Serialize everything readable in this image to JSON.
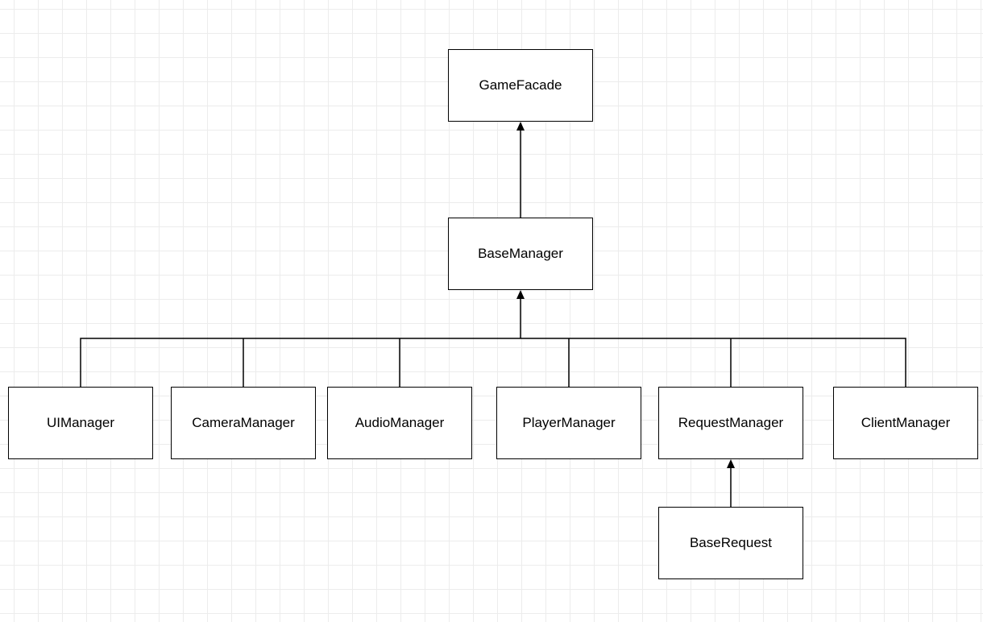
{
  "diagram": {
    "nodes": {
      "game_facade": "GameFacade",
      "base_manager": "BaseManager",
      "ui_manager": "UIManager",
      "camera_manager": "CameraManager",
      "audio_manager": "AudioManager",
      "player_manager": "PlayerManager",
      "request_manager": "RequestManager",
      "client_manager": "ClientManager",
      "base_request": "BaseRequest"
    },
    "edges": [
      {
        "from": "base_manager",
        "to": "game_facade"
      },
      {
        "from": "ui_manager",
        "to": "base_manager"
      },
      {
        "from": "camera_manager",
        "to": "base_manager"
      },
      {
        "from": "audio_manager",
        "to": "base_manager"
      },
      {
        "from": "player_manager",
        "to": "base_manager"
      },
      {
        "from": "request_manager",
        "to": "base_manager"
      },
      {
        "from": "client_manager",
        "to": "base_manager"
      },
      {
        "from": "base_request",
        "to": "request_manager"
      }
    ],
    "colors": {
      "stroke": "#000000",
      "node_fill": "#ffffff",
      "grid": "#ececec"
    }
  }
}
